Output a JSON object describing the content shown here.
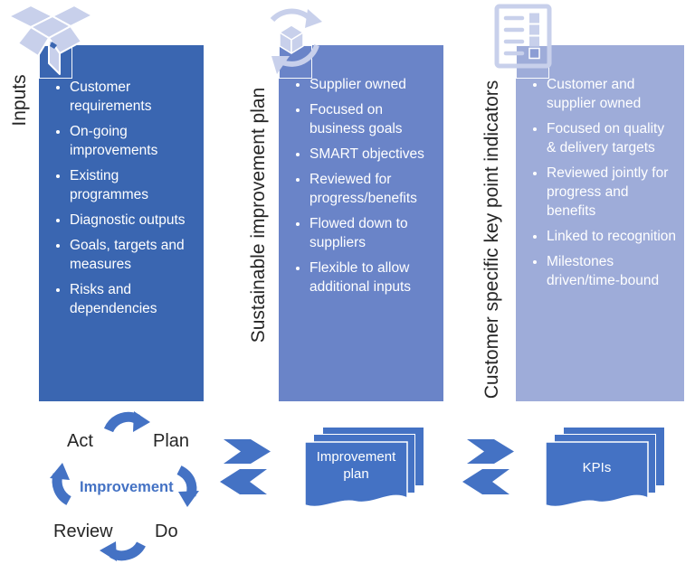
{
  "columns": [
    {
      "label": "Inputs",
      "icon": "open-box-icon",
      "bg": "#3A66B1",
      "items": [
        "Customer requirements",
        "On-going improvements",
        "Existing programmes",
        "Diagnostic outputs",
        "Goals, targets and measures",
        "Risks and dependencies"
      ]
    },
    {
      "label": "Sustainable improvement plan",
      "icon": "cycle-arrows-icon",
      "bg": "#6A84C8",
      "items": [
        "Supplier owned",
        "Focused on business goals",
        "SMART objectives",
        "Reviewed for progress/benefits",
        "Flowed down to suppliers",
        "Flexible to allow additional inputs"
      ]
    },
    {
      "label": "Customer specific key point indicators",
      "icon": "checklist-icon",
      "bg": "#9EACD9",
      "items": [
        "Customer and supplier owned",
        "Focused on quality & delivery targets",
        "Reviewed jointly for progress and benefits",
        "Linked to recognition",
        "Milestones driven/time-bound"
      ]
    }
  ],
  "pdca": {
    "act": "Act",
    "plan": "Plan",
    "improvement": "Improvement",
    "review": "Review",
    "do": "Do"
  },
  "stacks": [
    {
      "label": "Improvement plan"
    },
    {
      "label": "KPIs"
    }
  ],
  "colors": {
    "col1_bg": "#3A66B1",
    "col2_bg": "#6A84C8",
    "col3_bg": "#9EACD9",
    "accent": "#4472C4",
    "icon_tint": "#C8D0EB",
    "text_dark": "#262626",
    "text_light": "#FFFFFF"
  }
}
